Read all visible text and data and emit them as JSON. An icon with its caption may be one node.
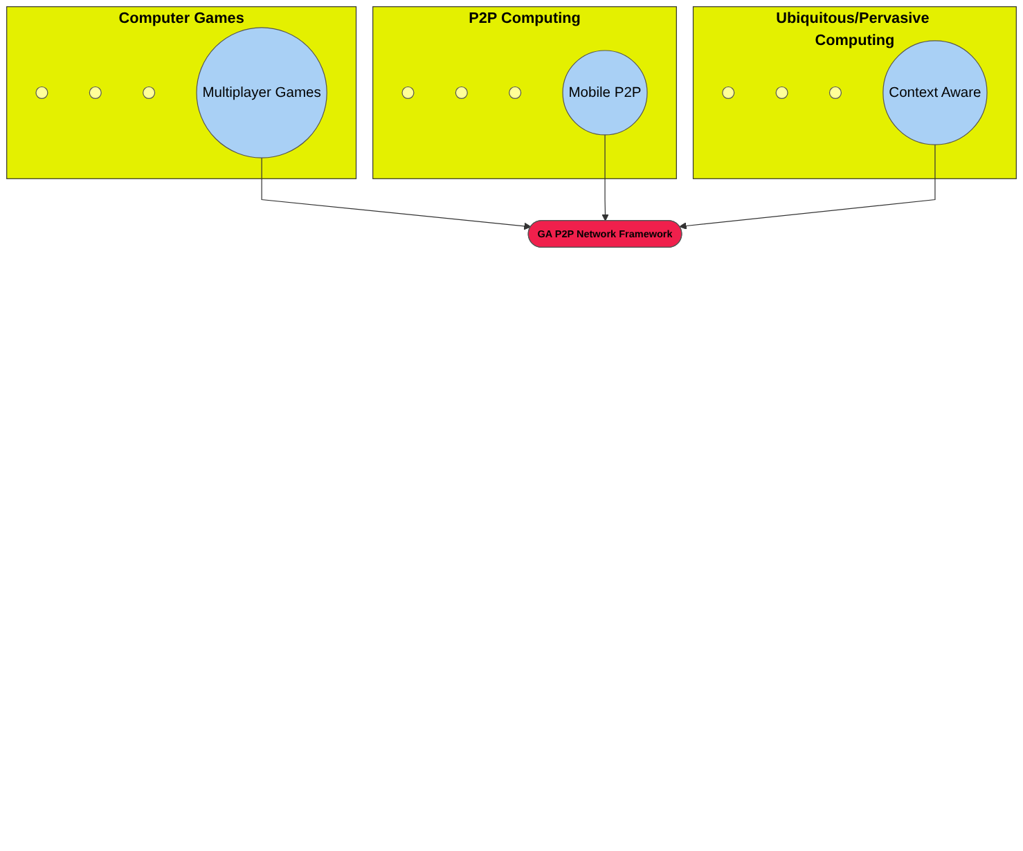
{
  "diagram": {
    "nodes": [
      {
        "text": [
          "Computer Games"
        ]
      },
      {
        "text": [],
        "shape": "circle",
        "in": 0
      },
      {
        "text": [],
        "shape": "circle",
        "in": 0
      },
      {
        "text": [],
        "shape": "circle",
        "in": 0
      },
      {
        "text": [
          "Multiplayer Games"
        ],
        "in": 0
      },
      {
        "text": [
          "GA P2P Network Framework"
        ]
      },
      {
        "text": [
          "P2P Computing"
        ]
      },
      {
        "text": [],
        "shape": "circle",
        "in": 6
      },
      {
        "text": [],
        "shape": "circle",
        "in": 6
      },
      {
        "text": [],
        "shape": "circle",
        "in": 6
      },
      {
        "text": [
          "Mobile P2P"
        ],
        "in": 6
      },
      {
        "text": [
          "Ubiquitous/Pervasive Computing"
        ]
      },
      {
        "text": [],
        "shape": "circle",
        "in": 11
      },
      {
        "text": [],
        "shape": "circle",
        "in": 11
      },
      {
        "text": [],
        "shape": "circle",
        "in": 11
      },
      {
        "text": [
          "Context Aware"
        ],
        "in": 11
      }
    ],
    "edges": [
      {
        "from": 4,
        "to": 5,
        "arrow": "to"
      },
      {
        "from": 10,
        "to": 5,
        "arrow": "to"
      },
      {
        "from": 15,
        "to": 5,
        "arrow": "to"
      }
    ]
  }
}
